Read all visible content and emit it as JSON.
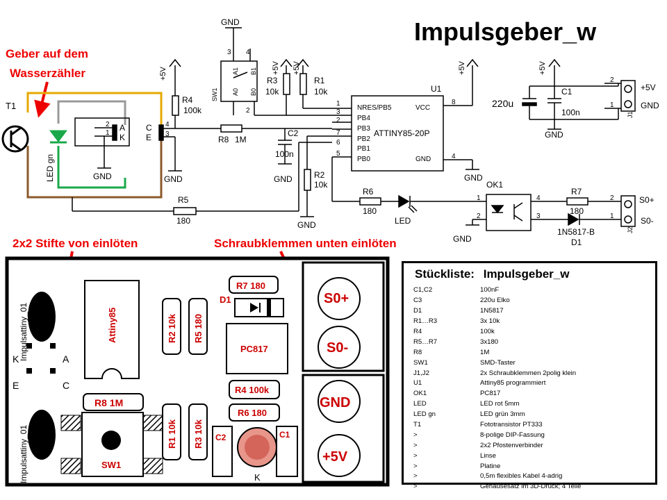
{
  "title": "Impulsgeber_w",
  "annotations": {
    "geber": [
      "Geber auf dem",
      "Wasserzähler"
    ],
    "stifte": "2x2 Stifte von einlöten",
    "schraub": "Schraubklemmen unten einlöten"
  },
  "schematic": {
    "t1": "T1",
    "led_gn": "LED gn",
    "pin_a": "A",
    "pin_k": "K",
    "pin_c": "C",
    "pin_e": "E",
    "n2": "2",
    "n1": "1",
    "n4": "4",
    "n3": "3",
    "gnd": "GND",
    "plus5v": "+5V",
    "r4": "R4",
    "r4v": "100k",
    "r8": "R8",
    "r8v": "1M",
    "r5": "R5",
    "r5v": "180",
    "r3": "R3",
    "r3v": "10k",
    "r1": "R1",
    "r1v": "10k",
    "r2": "R2",
    "r2v": "10k",
    "c2": "C2",
    "c2v": "100n",
    "sw1": "SW1",
    "a0": "A0",
    "a1": "A1",
    "b0": "B0",
    "b1": "B1",
    "u1": "U1",
    "u1_name": "ATTINY85-20P",
    "u1_pins_left": [
      "NRES/PB5",
      "PB4",
      "PB3",
      "PB2",
      "PB1",
      "PB0"
    ],
    "u1_vcc": "VCC",
    "u1_gnd": "GND",
    "u1_nums_left": [
      "1",
      "3",
      "2",
      "7",
      "6",
      "5"
    ],
    "u1_num_vcc": "8",
    "u1_num_gnd": "4",
    "c3v": "220u",
    "c1": "C1",
    "c1v": "100n",
    "j1": "J1",
    "j2": "J2",
    "j_plus5v": "+5V",
    "j_gnd": "GND",
    "r6": "R6",
    "r6v": "180",
    "led": "LED",
    "ok1": "OK1",
    "r7": "R7",
    "r7v": "180",
    "s0p": "S0+",
    "s0m": "S0-",
    "d1": "D1",
    "d1v": "1N5817-B"
  },
  "pcb": {
    "label_side1": "Impulsattiny_01",
    "label_side2": "Impulsattiny_01",
    "letter_k": "K",
    "letter_a": "A",
    "letter_c": "C",
    "letter_e": "E",
    "attiny": "Attiny85",
    "r7": "R7  180",
    "d1": "D1",
    "r2": "R2  10k",
    "r5": "R5  180",
    "pc817": "PC817",
    "r4": "R4  100k",
    "r8": "R8  1M",
    "r6": "R6  180",
    "r1": "R1  10k",
    "r3": "R3  10k",
    "c2": "C2",
    "c1": "C1",
    "led_k": "K",
    "sw1": "SW1",
    "s0p": "S0+",
    "s0m": "S0-",
    "gnd": "GND",
    "plus5v": "+5V"
  },
  "bom": {
    "title_label": "Stückliste:",
    "title_name": "Impulsgeber_w",
    "rows": [
      [
        "C1,C2",
        "100nF"
      ],
      [
        "C3",
        "220u Elko"
      ],
      [
        "D1",
        "1N5817"
      ],
      [
        "R1…R3",
        "3x 10k"
      ],
      [
        "R4",
        "100k"
      ],
      [
        "R5…R7",
        "3x180"
      ],
      [
        "R8",
        "1M"
      ],
      [
        "SW1",
        "SMD-Taster"
      ],
      [
        "J1,J2",
        "2x Schraubklemmen 2polig klein"
      ],
      [
        "U1",
        "Attiny85 programmiert"
      ],
      [
        "OK1",
        "PC817"
      ],
      [
        "LED",
        "LED rot 5mm"
      ],
      [
        "LED gn",
        "LED grün 3mm"
      ],
      [
        "T1",
        "Fototransistor PT333"
      ],
      [
        ">",
        "8-polige DIP-Fassung"
      ],
      [
        ">",
        "2x2 Pfostenverbinder"
      ],
      [
        ">",
        "Linse"
      ],
      [
        ">",
        "Platine"
      ],
      [
        ">",
        "0,5m flexibles Kabel 4-adrig"
      ],
      [
        ">",
        "Gehäusesatz im 3D-Druck; 4 Teile"
      ]
    ]
  }
}
